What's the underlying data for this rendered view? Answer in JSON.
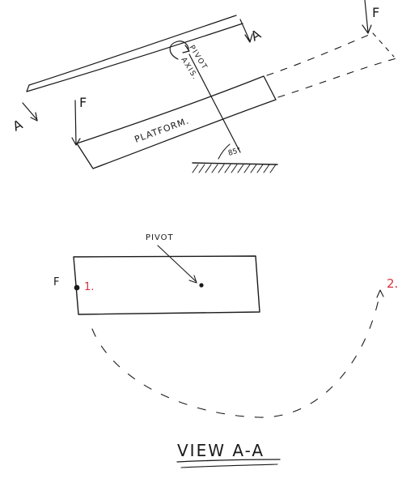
{
  "top_view": {
    "force_label_top": "F",
    "force_label_left": "F",
    "section_mark_right": "A",
    "section_mark_left": "A",
    "pivot_axis_line1": "PIVOT",
    "pivot_axis_line2": "AXIS.",
    "platform_label": "PLATFORM.",
    "angle_label": "85°"
  },
  "bottom_view": {
    "pivot_label": "PIVOT",
    "force_label": "F",
    "position_1": "1.",
    "position_2": "2.",
    "title": "VIEW A-A"
  },
  "colors": {
    "ink": "#1a1a1a",
    "annotation_red": "#d8313f"
  }
}
